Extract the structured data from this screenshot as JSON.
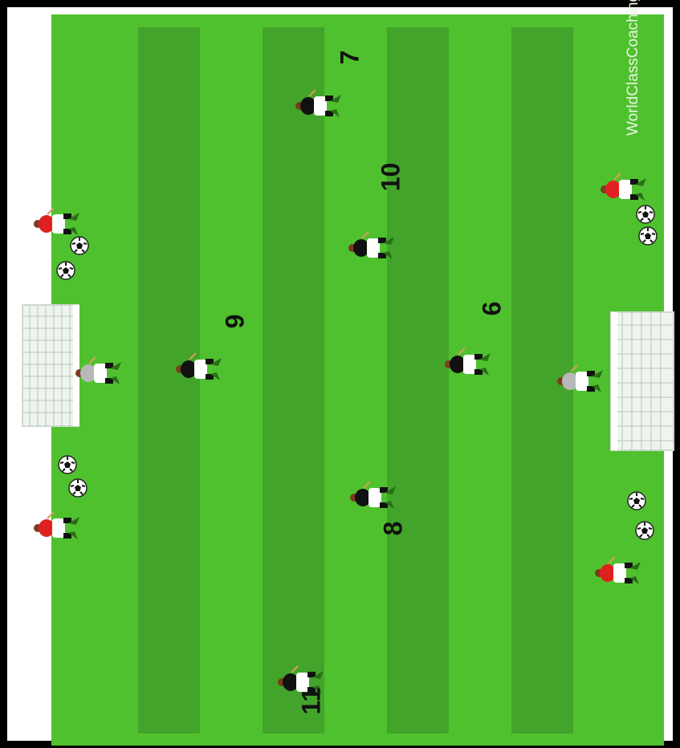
{
  "diagram": {
    "watermark": "WorldClassCoaching.com",
    "colors": {
      "grass": "#4fc12e",
      "stripe": "#3f9f29",
      "attacker_shirt": "#111111",
      "wide_player_shirt": "#e02020",
      "goalkeeper_shirt": "#b8b8b8",
      "shorts": "#ffffff",
      "frame": "#000000"
    },
    "player_numbers": {
      "n7": "7",
      "n10": "10",
      "n9": "9",
      "n6": "6",
      "n8": "8",
      "n11": "11"
    }
  }
}
